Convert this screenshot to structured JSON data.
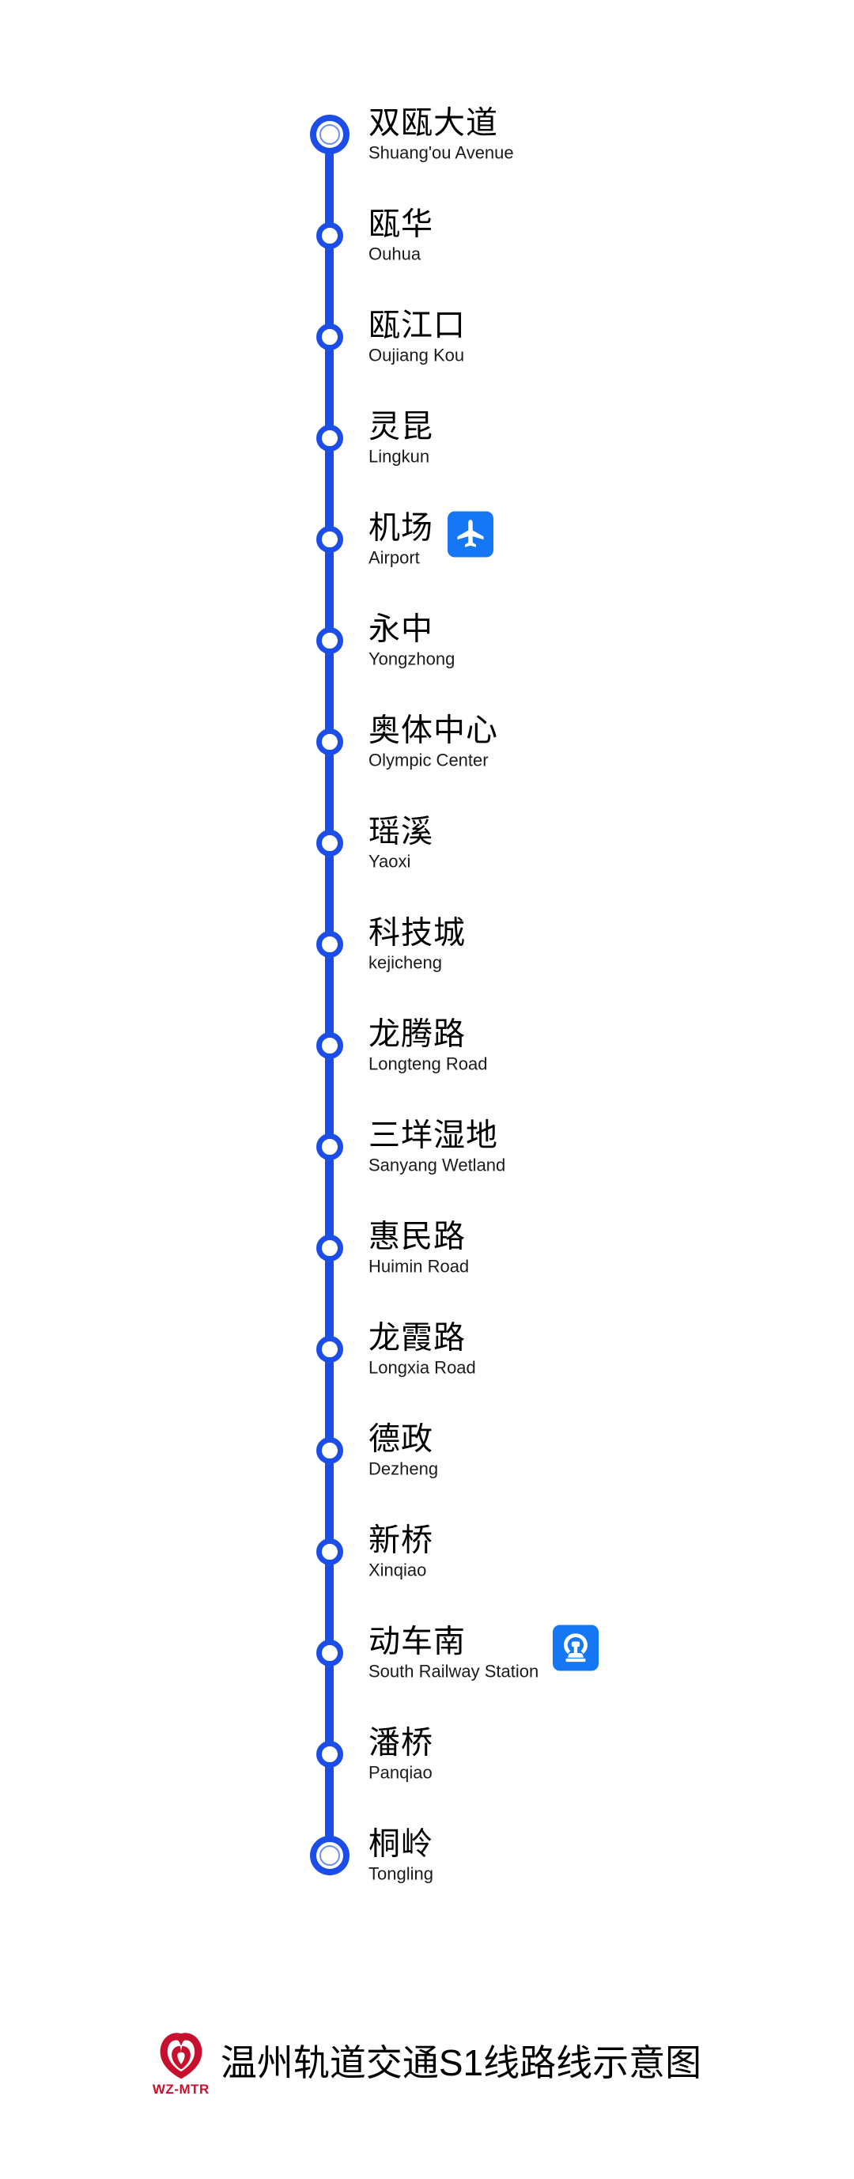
{
  "diagram": {
    "type": "transit-line-diagram",
    "line_color": "#1b4ee8",
    "background": "#ffffff",
    "orientation": "vertical",
    "station_count": 18
  },
  "stations": [
    {
      "cn": "双瓯大道",
      "en": "Shuang'ou Avenue",
      "type": "terminus",
      "icon": null
    },
    {
      "cn": "瓯华",
      "en": "Ouhua",
      "type": "normal",
      "icon": null
    },
    {
      "cn": "瓯江口",
      "en": "Oujiang Kou",
      "type": "normal",
      "icon": null
    },
    {
      "cn": "灵昆",
      "en": "Lingkun",
      "type": "normal",
      "icon": null
    },
    {
      "cn": "机场",
      "en": "Airport",
      "type": "normal",
      "icon": "airport-icon"
    },
    {
      "cn": "永中",
      "en": "Yongzhong",
      "type": "normal",
      "icon": null
    },
    {
      "cn": "奥体中心",
      "en": "Olympic Center",
      "type": "normal",
      "icon": null
    },
    {
      "cn": "瑶溪",
      "en": "Yaoxi",
      "type": "normal",
      "icon": null
    },
    {
      "cn": "科技城",
      "en": "kejicheng",
      "type": "normal",
      "icon": null
    },
    {
      "cn": "龙腾路",
      "en": "Longteng Road",
      "type": "normal",
      "icon": null
    },
    {
      "cn": "三垟湿地",
      "en": "Sanyang Wetland",
      "type": "normal",
      "icon": null
    },
    {
      "cn": "惠民路",
      "en": "Huimin Road",
      "type": "normal",
      "icon": null
    },
    {
      "cn": "龙霞路",
      "en": "Longxia Road",
      "type": "normal",
      "icon": null
    },
    {
      "cn": "德政",
      "en": "Dezheng",
      "type": "normal",
      "icon": null
    },
    {
      "cn": "新桥",
      "en": "Xinqiao",
      "type": "normal",
      "icon": null
    },
    {
      "cn": "动车南",
      "en": "South Railway Station",
      "type": "normal",
      "icon": "china-railway-icon"
    },
    {
      "cn": "潘桥",
      "en": "Panqiao",
      "type": "normal",
      "icon": null
    },
    {
      "cn": "桐岭",
      "en": "Tongling",
      "type": "terminus",
      "icon": null
    }
  ],
  "footer": {
    "title": "温州轨道交通S1线路线示意图",
    "brand_abbr": "WZ-MTR",
    "brand_color": "#c8102e"
  }
}
